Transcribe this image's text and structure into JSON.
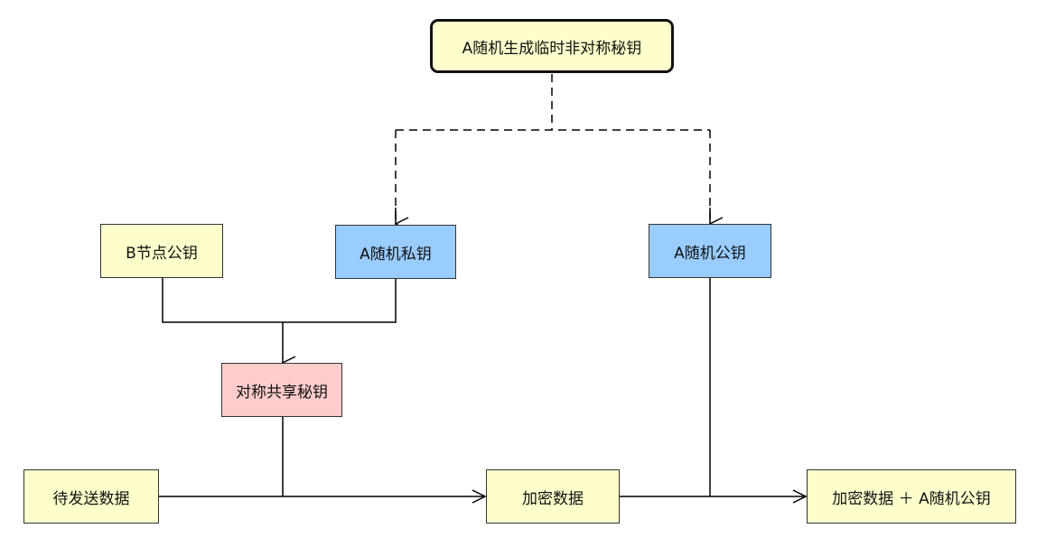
{
  "nodes": {
    "root": "A随机生成临时非对称秘钥",
    "b_public_key": "B节点公钥",
    "a_private_key": "A随机私钥",
    "a_public_key": "A随机公钥",
    "shared_key": "对称共享秘钥",
    "plain_data": "待发送数据",
    "encrypted_data": "加密数据",
    "output": "加密数据 ＋ A随机公钥"
  },
  "colors": {
    "yellow": "#ffffcc",
    "blue": "#99ccff",
    "pink": "#ffcccc",
    "line": "#000000"
  }
}
